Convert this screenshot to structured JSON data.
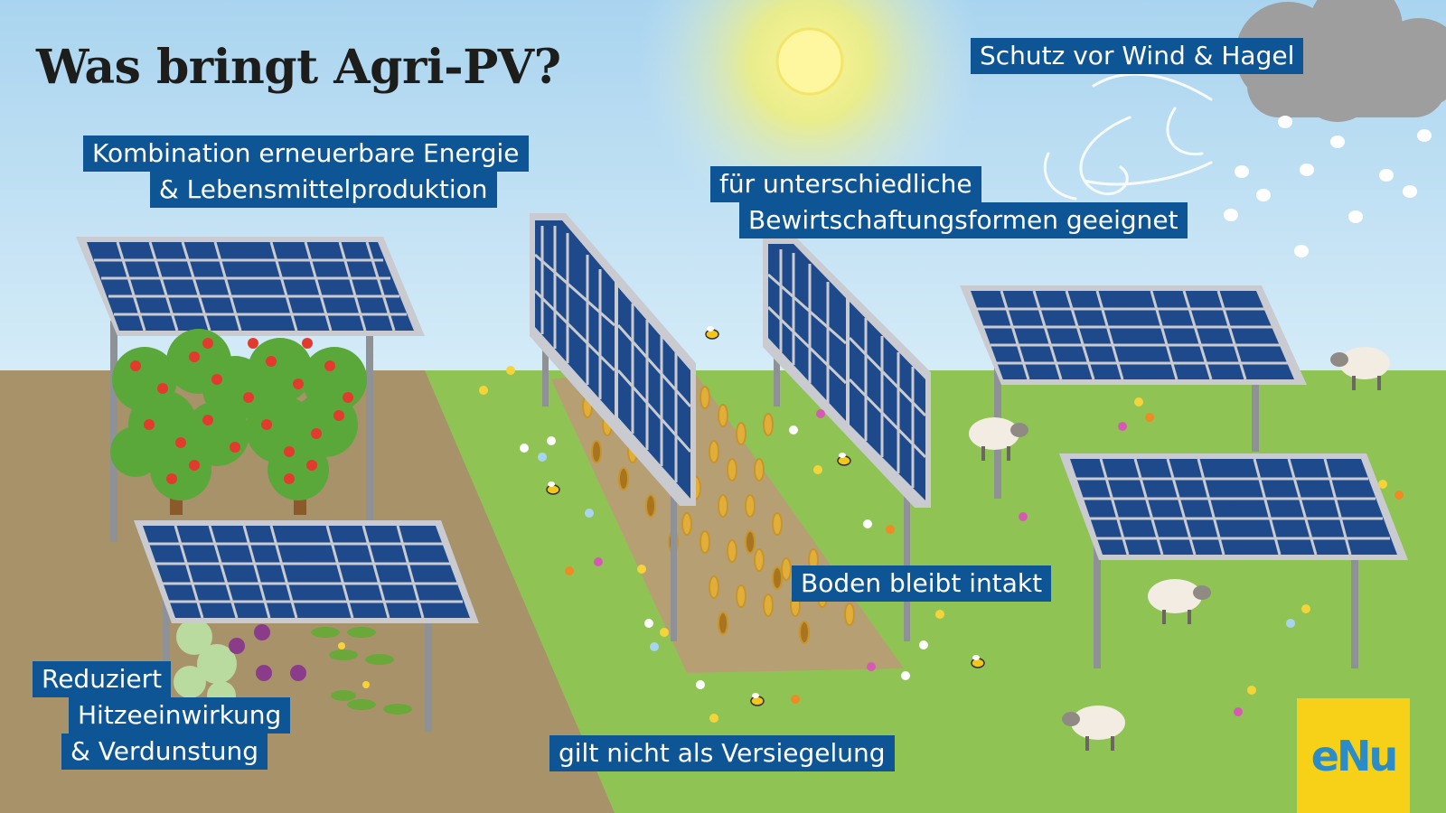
{
  "title": "Was bringt Agri-PV?",
  "labels": {
    "kombination": {
      "line1": "Kombination erneuerbare Energie",
      "line2": "& Lebensmittelproduktion"
    },
    "schutz": "Schutz vor Wind & Hagel",
    "bewirtschaftung": {
      "line1": "für unterschiedliche",
      "line2": "Bewirtschaftungsformen geeignet"
    },
    "boden": "Boden bleibt intakt",
    "reduziert": {
      "line1": "Reduziert",
      "line2": "Hitzeeinwirkung",
      "line3": "& Verdunstung"
    },
    "versiegelung": "gilt nicht als Versiegelung"
  },
  "logo": {
    "text": "eNu",
    "background": "#f7d117",
    "color": "#2a8cc9"
  },
  "colors": {
    "label_background": "#0e5596",
    "label_text": "#ffffff",
    "sky": "#bfe0f5",
    "grass": "#8fc454",
    "soil": "#a8926a",
    "panel": "#1e4a8c",
    "sun": "#fff08a"
  }
}
